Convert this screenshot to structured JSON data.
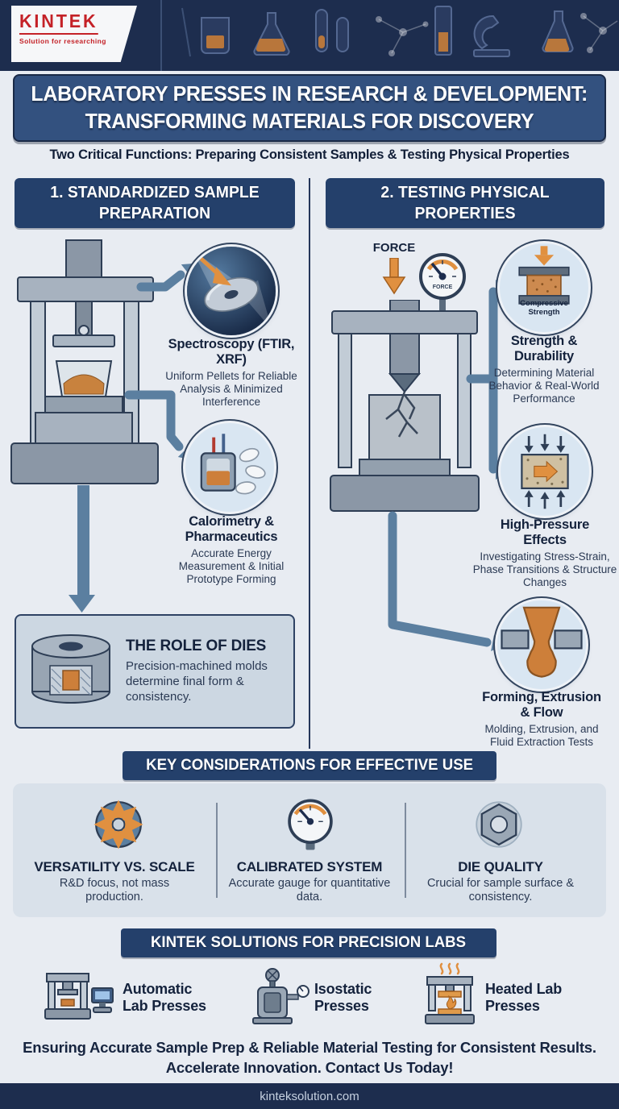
{
  "colors": {
    "navy": "#1d2d4e",
    "banner_blue": "#33517f",
    "section_blue": "#24406b",
    "steel": "#5b7fa0",
    "orange": "#e09040",
    "red": "#c42127",
    "bg": "#e8ecf2"
  },
  "header": {
    "logo_name": "KINTEK",
    "logo_tagline": "Solution for researching"
  },
  "title": {
    "line1": "LABORATORY PRESSES IN RESEARCH & DEVELOPMENT:",
    "line2": "TRANSFORMING MATERIALS FOR DISCOVERY"
  },
  "subtitle": "Two Critical Functions: Preparing Consistent Samples & Testing Physical Properties",
  "left_section": {
    "header": "1. STANDARDIZED SAMPLE PREPARATION",
    "items": [
      {
        "title": "Spectroscopy (FTIR, XRF)",
        "desc": "Uniform Pellets for Reliable Analysis & Minimized Interference"
      },
      {
        "title": "Calorimetry & Pharmaceutics",
        "desc": "Accurate Energy Measurement & Initial Prototype Forming"
      }
    ],
    "dies": {
      "title": "THE ROLE OF DIES",
      "desc": "Precision-machined molds determine final form & consistency."
    }
  },
  "right_section": {
    "header": "2. TESTING PHYSICAL PROPERTIES",
    "force_label": "FORCE",
    "gauge_label": "FORCE",
    "items": [
      {
        "title": "Strength & Durability",
        "icon_label": "Compressive Strength",
        "desc": "Determining Material Behavior & Real-World Performance"
      },
      {
        "title": "High-Pressure Effects",
        "desc": "Investigating Stress-Strain, Phase Transitions & Structure Changes"
      },
      {
        "title": "Forming, Extrusion & Flow",
        "desc": "Molding, Extrusion, and Fluid Extraction Tests"
      }
    ]
  },
  "considerations": {
    "header": "KEY CONSIDERATIONS FOR EFFECTIVE USE",
    "items": [
      {
        "title": "VERSATILITY VS. SCALE",
        "desc": "R&D focus, not mass production."
      },
      {
        "title": "CALIBRATED SYSTEM",
        "desc": "Accurate gauge for quantitative data."
      },
      {
        "title": "DIE QUALITY",
        "desc": "Crucial for sample surface & consistency."
      }
    ]
  },
  "solutions": {
    "header": "KINTEK SOLUTIONS FOR PRECISION LABS",
    "items": [
      {
        "title": "Automatic Lab Presses"
      },
      {
        "title": "Isostatic Presses"
      },
      {
        "title": "Heated Lab Presses"
      }
    ]
  },
  "cta": {
    "line1": "Ensuring Accurate Sample Prep & Reliable Material Testing for Consistent Results.",
    "line2": "Accelerate Innovation. Contact Us Today!"
  },
  "footer": {
    "website": "kinteksolution.com"
  }
}
